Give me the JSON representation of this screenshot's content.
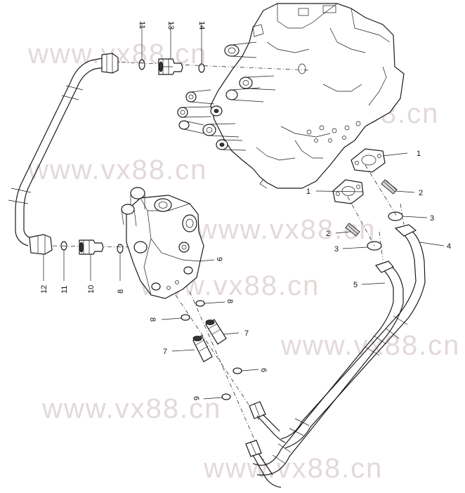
{
  "watermark_text": "www.vx88.cn",
  "part_labels": {
    "p1a": "1",
    "p1b": "1",
    "p2a": "2",
    "p2b": "2",
    "p3a": "3",
    "p3b": "3",
    "p4": "4",
    "p5": "5",
    "p6a": "6",
    "p6b": "6",
    "p7a": "7",
    "p7b": "7",
    "p8a": "8",
    "p8b": "8",
    "p8c": "8",
    "p9": "9",
    "p10": "10",
    "p11a": "11",
    "p11b": "11",
    "p12": "12",
    "p13": "13",
    "p14": "14"
  },
  "colors": {
    "line": "#1a1a1a",
    "watermark": "#e3d9d9",
    "background": "#ffffff"
  }
}
